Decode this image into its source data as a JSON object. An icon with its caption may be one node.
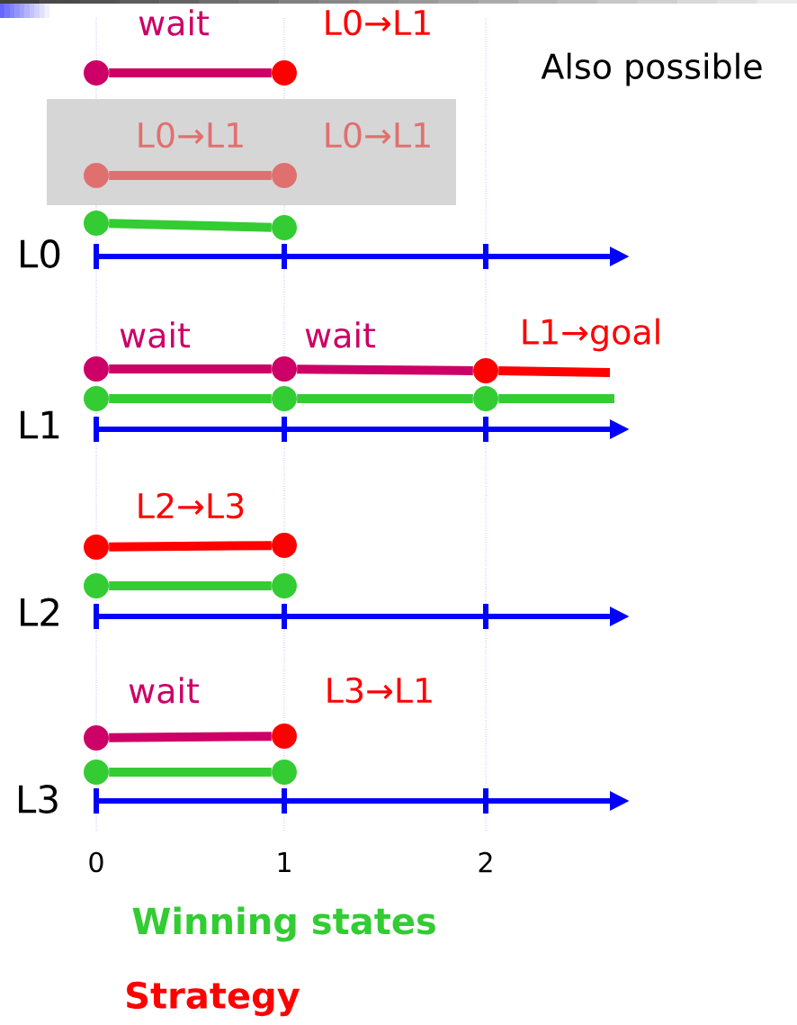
{
  "diagram": {
    "nodes": [
      {
        "text": [],
        "shape": "circle"
      },
      {
        "text": [],
        "shape": "circle"
      },
      {
        "text": [
          "L0→L1",
          "L0→L1"
        ]
      },
      {
        "text": [],
        "shape": "circle",
        "in": 2
      },
      {
        "text": [],
        "shape": "circle",
        "in": 2
      },
      {
        "text": [],
        "shape": "circle"
      },
      {
        "text": [],
        "shape": "circle"
      },
      {
        "text": [],
        "shape": "circle"
      },
      {
        "text": [],
        "shape": "circle"
      },
      {
        "text": [],
        "shape": "circle"
      },
      {
        "text": [],
        "shape": "circle"
      },
      {
        "text": [],
        "shape": "circle"
      },
      {
        "text": [],
        "shape": "circle"
      },
      {
        "text": [],
        "shape": "circle"
      },
      {
        "text": [],
        "shape": "circle"
      },
      {
        "text": [],
        "shape": "circle"
      },
      {
        "text": [],
        "shape": "circle"
      },
      {
        "text": [],
        "shape": "circle"
      },
      {
        "text": [],
        "shape": "circle"
      },
      {
        "text": [],
        "shape": "circle"
      },
      {
        "text": [],
        "shape": "circle"
      }
    ],
    "edges": [
      {
        "from": 0,
        "to": 1,
        "arrow": "none",
        "color": "#cc0066"
      },
      {
        "from": 3,
        "to": 4,
        "arrow": "none",
        "color": "#e07070"
      },
      {
        "from": 5,
        "to": 6,
        "arrow": "none"
      },
      {
        "from": 7,
        "to": 8,
        "arrow": "none",
        "color": "#cc0066"
      },
      {
        "from": 8,
        "to": 9,
        "arrow": "none",
        "color": "#cc0066"
      },
      {
        "from": 9,
        "to": null,
        "arrow": "none",
        "color": "#ff0000"
      },
      {
        "from": 10,
        "to": 11,
        "arrow": "none"
      },
      {
        "from": 11,
        "to": 12,
        "arrow": "none"
      },
      {
        "from": 12,
        "to": null,
        "arrow": "none"
      },
      {
        "from": 13,
        "to": 14,
        "arrow": "none",
        "color": "#ff0000"
      },
      {
        "from": 15,
        "to": 16,
        "arrow": "none"
      },
      {
        "from": 17,
        "to": 18,
        "arrow": "none",
        "color": "#cc0066"
      },
      {
        "from": 19,
        "to": 20,
        "arrow": "none"
      }
    ],
    "labels": [
      "wait",
      "L0→L1",
      "Also possible",
      "L0",
      "wait",
      "wait",
      "L1→goal",
      "L1",
      "L2→L3",
      "L2",
      "wait",
      "L3→L1",
      "L3",
      "0",
      "1",
      "2",
      "Winning states",
      "Strategy"
    ]
  }
}
